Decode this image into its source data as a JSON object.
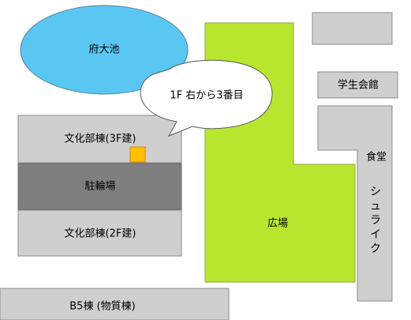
{
  "map": {
    "pond": "府大池",
    "callout": "1F 右から3番目",
    "club_building_3f": "文化部棟(3F建)",
    "bicycle_parking": "駐輪場",
    "club_building_2f": "文化部棟(2F建)",
    "b5_building": "B5棟 (物質棟)",
    "plaza": "広場",
    "student_hall": "学生会館",
    "cafeteria": "食堂",
    "shurike_vertical": [
      "シ",
      "ュ",
      "ラ",
      "イ",
      "ク"
    ]
  },
  "colors": {
    "building_gray": "#d0cece",
    "dark_gray": "#7f7f7f",
    "pond_blue": "#5ac7f3",
    "plaza_green": "#b8e62e",
    "marker_orange": "#ffc000",
    "outline": "#777777"
  }
}
